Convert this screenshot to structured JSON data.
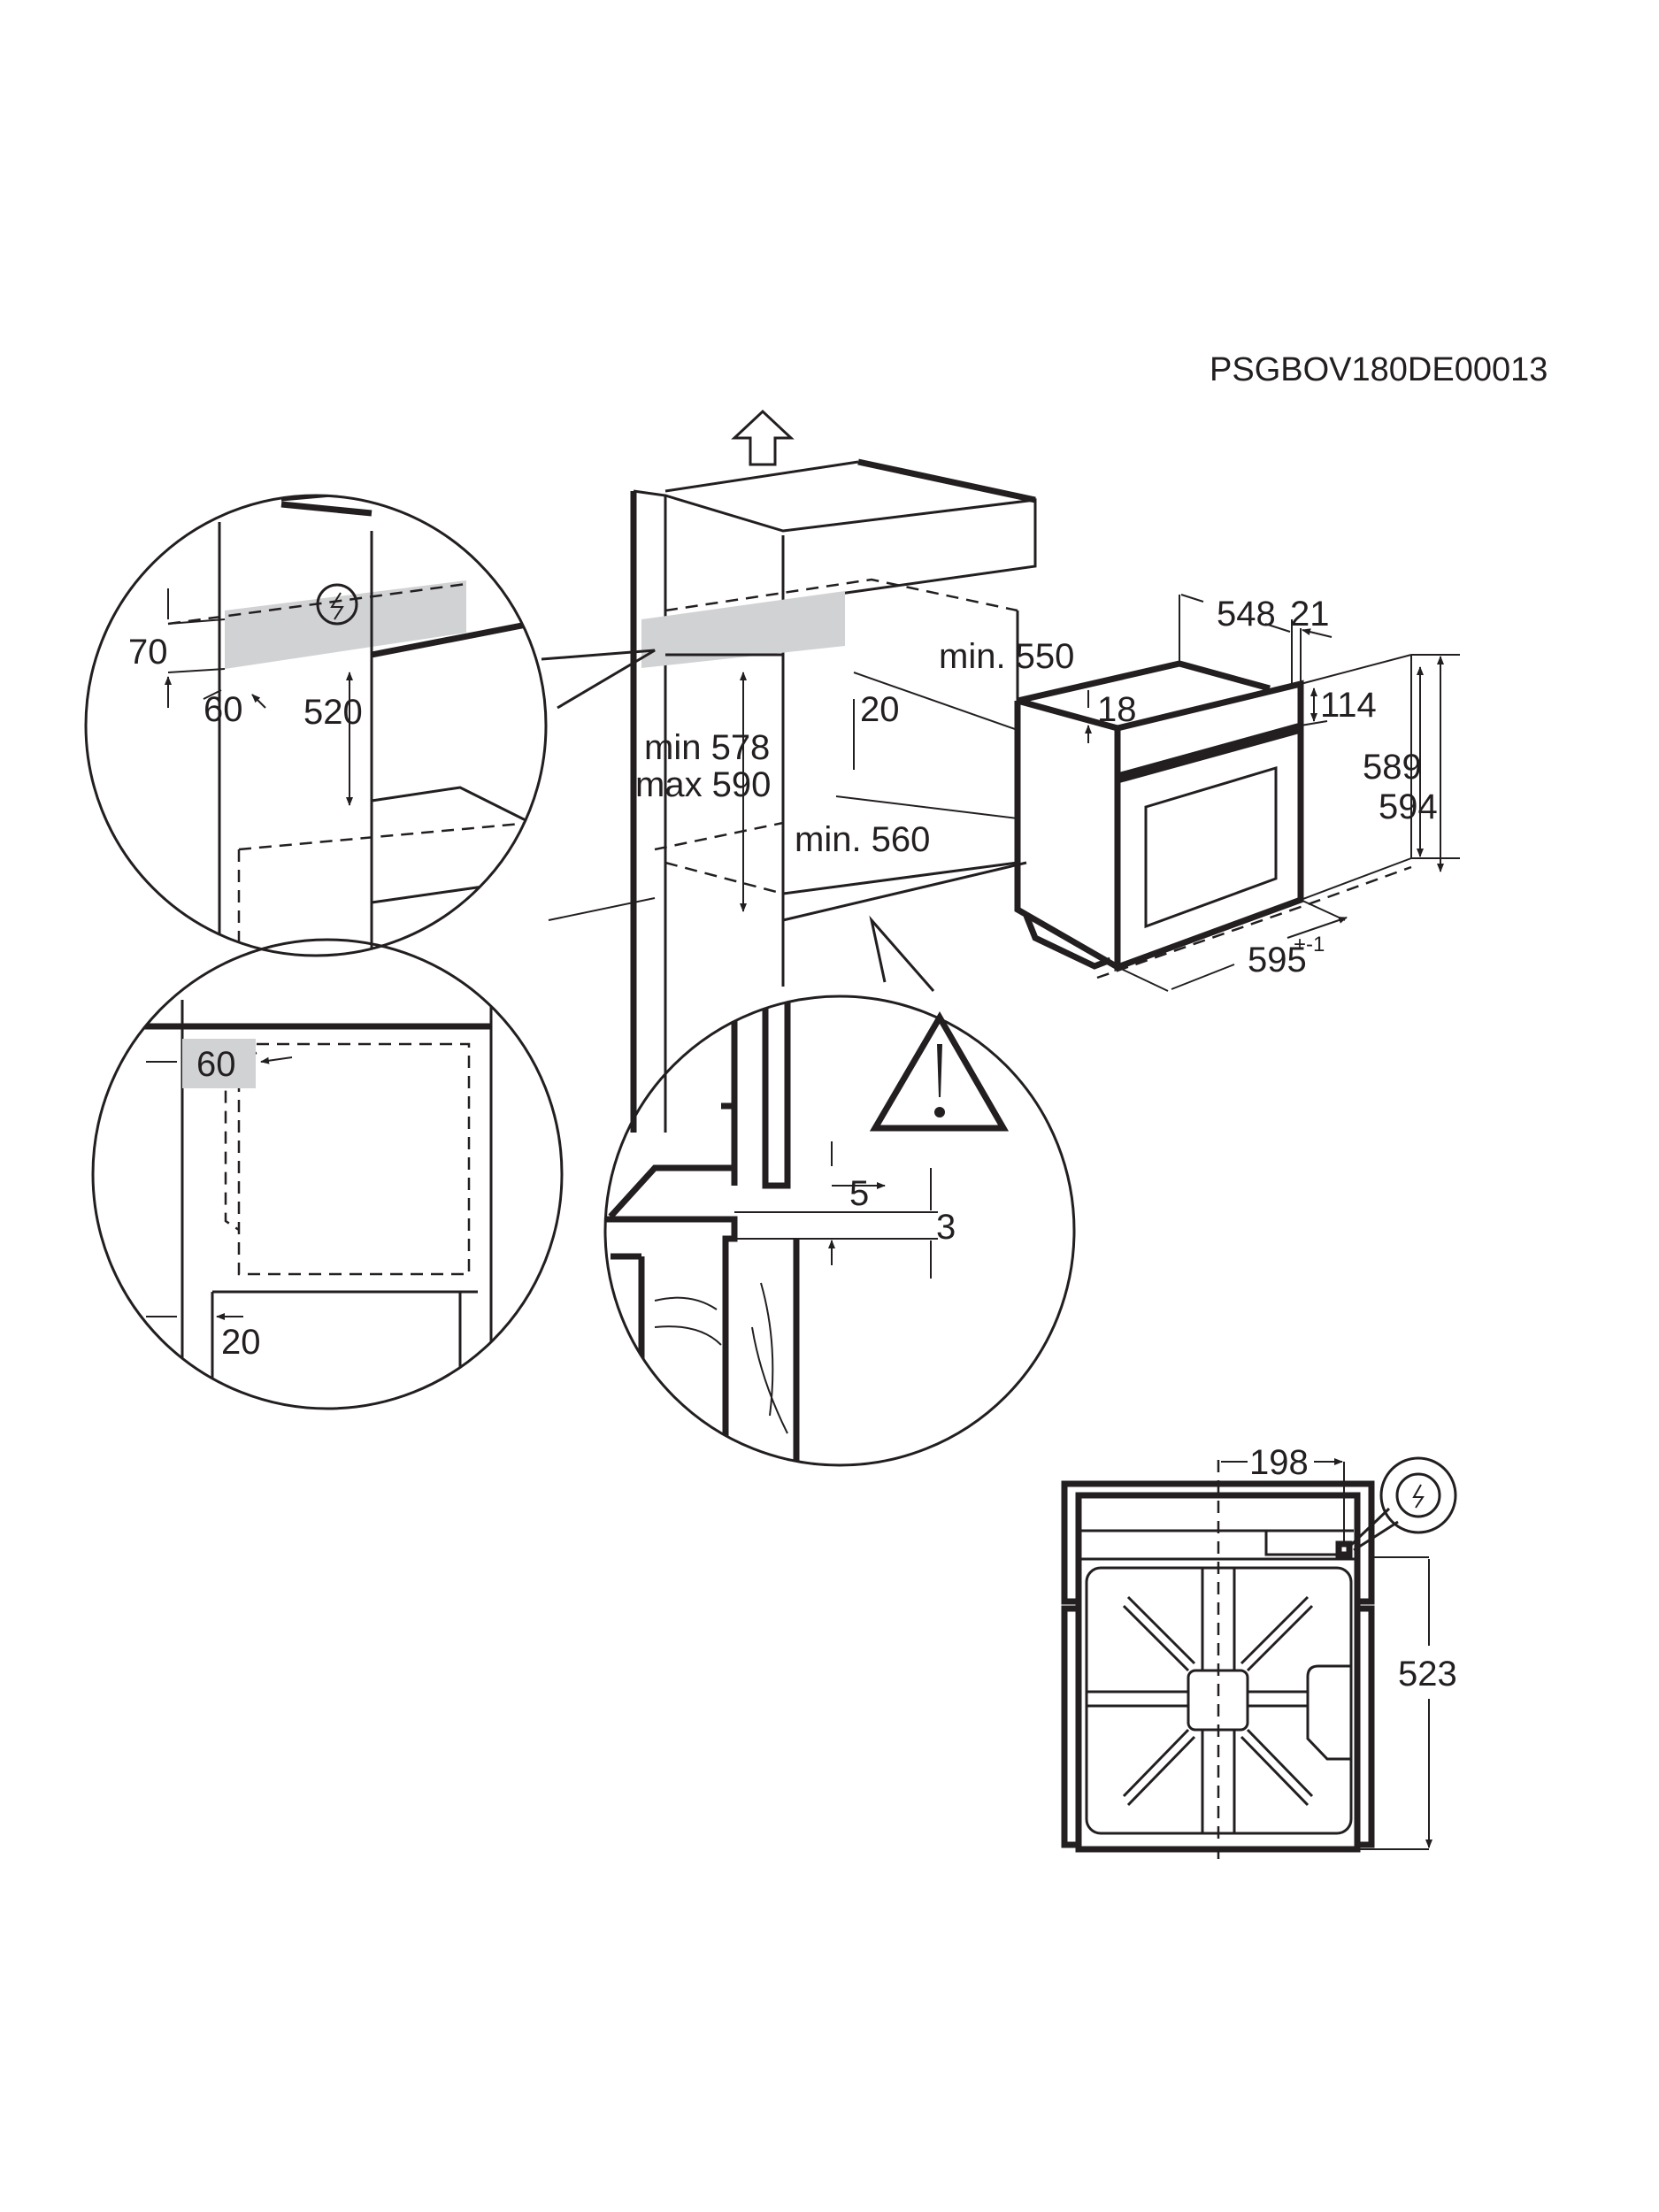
{
  "document_code": "PSGBOV180DE00013",
  "detail_top_left": {
    "dim_70": "70",
    "dim_60": "60",
    "dim_520": "520",
    "icon": "electric-connection-icon"
  },
  "detail_bottom_left": {
    "dim_60": "60",
    "dim_20": "20"
  },
  "cabinet": {
    "min_550": "min. 550",
    "dim_20": "20",
    "min_578": "min 578",
    "max_590": "max 590",
    "min_560": "min. 560",
    "icon": "airflow-up-arrow-icon"
  },
  "detail_bottom_middle": {
    "dim_5": "5",
    "dim_3": "3",
    "icon": "warning-triangle-icon"
  },
  "oven": {
    "dim_548": "548",
    "dim_21": "21",
    "dim_18": "18",
    "dim_114": "114",
    "dim_589": "589",
    "dim_594": "594",
    "dim_595": "595",
    "dim_595_tol": "+-1"
  },
  "top_view": {
    "dim_198": "198",
    "dim_523": "523",
    "icon": "electric-connection-icon"
  }
}
